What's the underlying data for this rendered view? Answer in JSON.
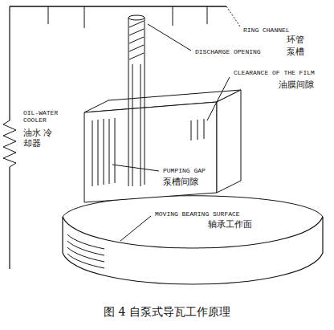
{
  "diagram": {
    "caption": "图 4 自泵式导瓦工作原理",
    "labels": [
      "RING CHANNEL",
      "环管",
      "泵槽",
      "DISCHARGE OPENING",
      "CLEARANCE OF THE FILM",
      "油膜间隙",
      "OIL-WATER COOLER",
      "油水 冷却器",
      "PUMPING GAP",
      "泵槽间隙",
      "MOVING BEARING SURFACE",
      "轴承工作面"
    ]
  }
}
